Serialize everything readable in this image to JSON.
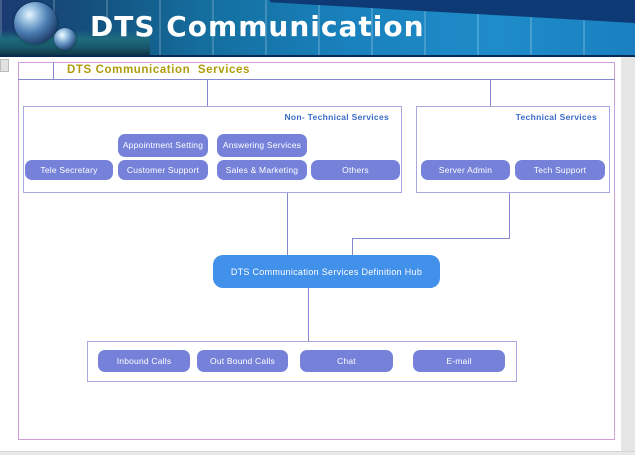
{
  "header": {
    "title": "DTS Communication"
  },
  "diagram": {
    "title": "DTS Communication  Services",
    "groups": {
      "non_technical": {
        "label": "Non- Technical Services"
      },
      "technical": {
        "label": "Technical Services"
      }
    },
    "nodes": {
      "appointment_setting": "Appointment Setting",
      "answering_services": "Answering Services",
      "tele_secretary": "Tele Secretary",
      "customer_support": "Customer Support",
      "sales_marketing": "Sales & Marketing",
      "others": "Others",
      "server_admin": "Server Admin",
      "tech_support": "Tech Support",
      "hub": "DTS Communication Services Definition Hub",
      "inbound_calls": "Inbound Calls",
      "outbound_calls": "Out Bound Calls",
      "chat": "Chat",
      "email": "E-mail"
    }
  },
  "colors": {
    "node_fill": "#7681d9",
    "hub_fill": "#4190ea",
    "line": "#8888d0",
    "group_border": "#a8a8e0",
    "frame_border": "#cf9fd6",
    "title_gold": "#b09b0b",
    "label_blue": "#3a6cc8",
    "wedge": "#0d3a74"
  }
}
